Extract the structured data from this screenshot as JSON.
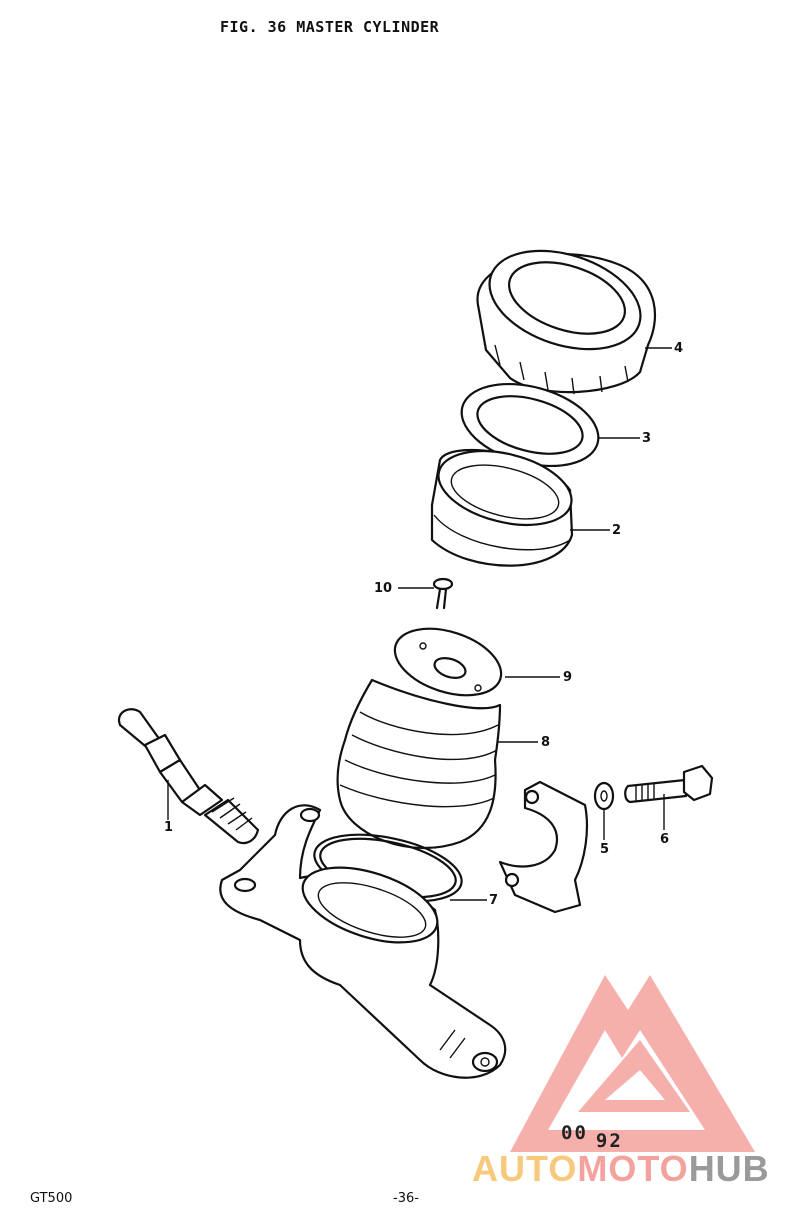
{
  "header": {
    "title": "FIG. 36 MASTER CYLINDER"
  },
  "callouts": [
    "1",
    "2",
    "3",
    "4",
    "5",
    "6",
    "7",
    "8",
    "9",
    "10"
  ],
  "footer": {
    "model": "GT500",
    "page": "-36-"
  },
  "stamp": {
    "a": "00",
    "b": "92"
  },
  "watermark": {
    "part1": "AUTO",
    "part2": "MOTO",
    "part3": "HUB",
    "color_yellow": "#f7c97c",
    "color_red": "#f4a29e",
    "color_gray": "#9a9a9a"
  }
}
